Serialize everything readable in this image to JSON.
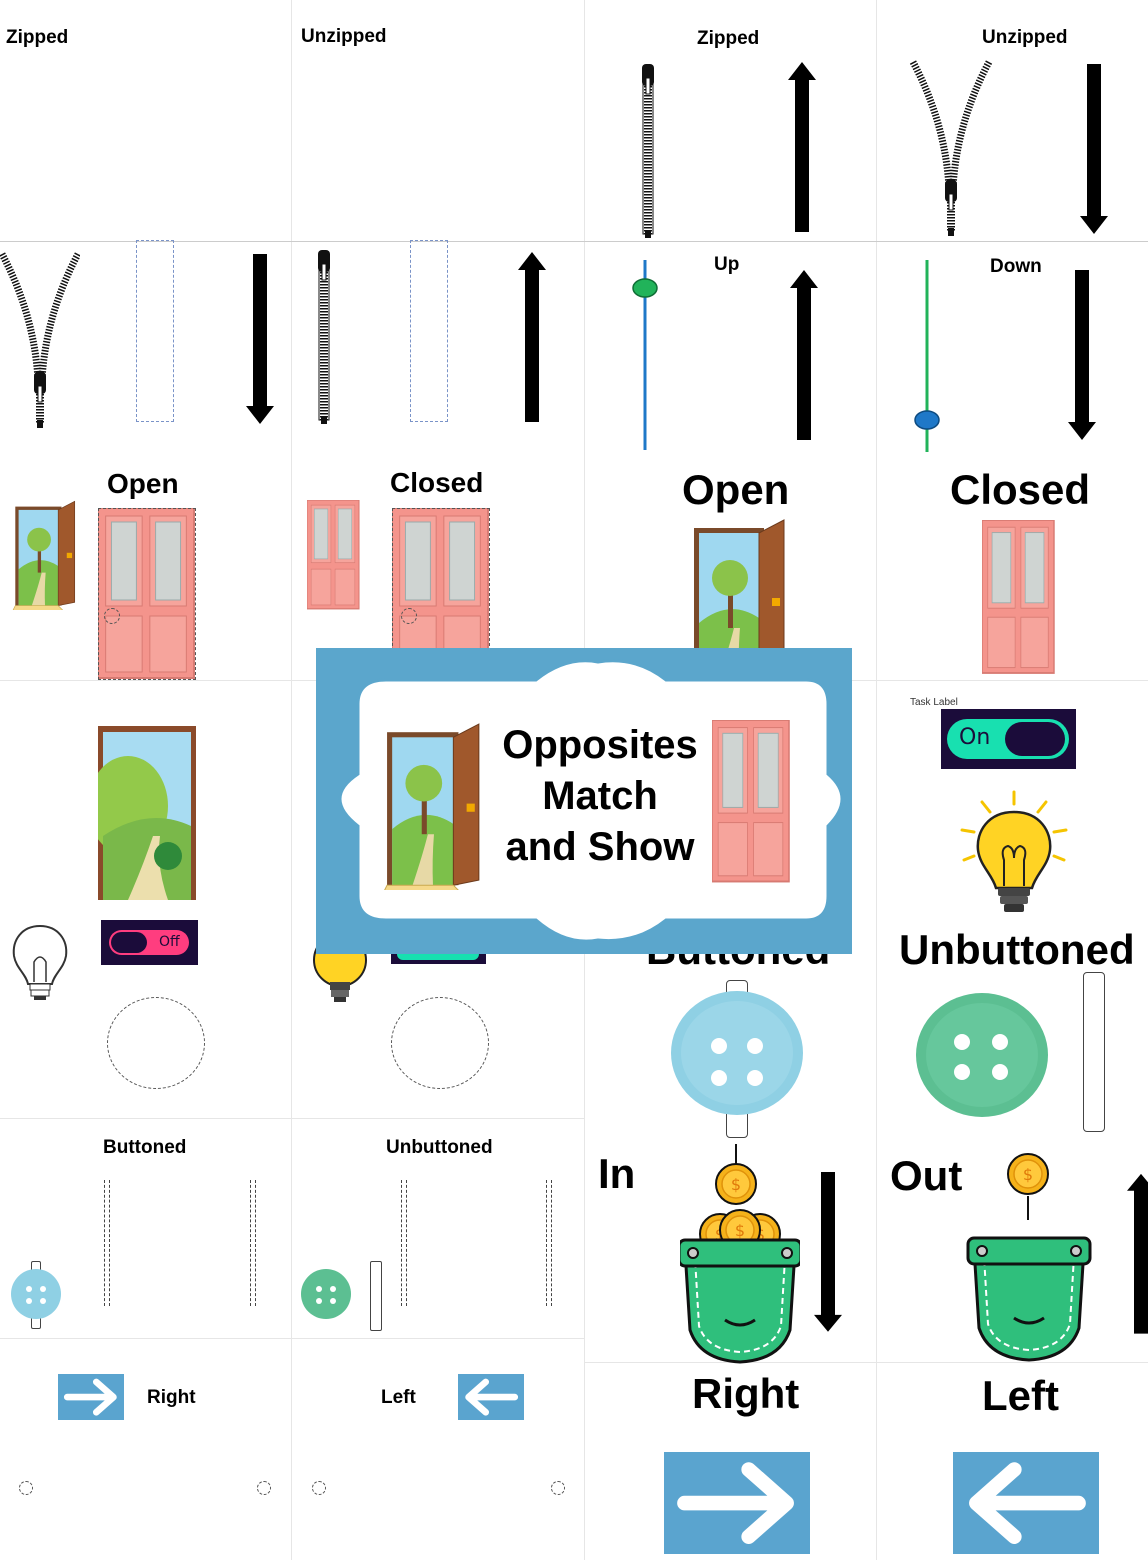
{
  "cells": {
    "r1c1_label": "Zipped",
    "r1c2_label": "Unzipped",
    "r1c3_label": "Zipped",
    "r1c4_label": "Unzipped",
    "r2c3_label": "Up",
    "r2c4_label": "Down",
    "r3c1_label": "Open",
    "r3c2_label": "Closed",
    "r3c3_label": "Open",
    "r3c4_label": "Closed",
    "r4c4_task_label": "Task Label",
    "r4c4_toggle_text": "On",
    "r4c1_toggle_text": "Off",
    "r5c3_label": "Buttoned",
    "r5c4_label": "Unbuttoned",
    "r6c1_label": "Buttoned",
    "r6c2_label": "Unbuttoned",
    "r6c3_label": "In",
    "r6c4_label": "Out",
    "r7c1_label": "Right",
    "r7c2_label": "Left",
    "r7c3_label": "Right",
    "r7c4_label": "Left"
  },
  "title_card": {
    "line1": "Opposites",
    "line2": "Match",
    "line3": "and Show"
  },
  "colors": {
    "door_pink": "#f4948c",
    "door_glass": "#cfd4d2",
    "card_blue": "#5ba6cc",
    "arrow_blue": "#5aa4cf",
    "toggle_dark": "#1b0c3a",
    "toggle_pink": "#ff3d7f",
    "toggle_teal": "#18e0b0",
    "button_blue": "#8fd0e4",
    "button_green": "#5cbf92",
    "pocket_green": "#2fbf7c",
    "coin_gold": "#f5b21a",
    "bulb_yellow": "#ffd324",
    "slider_blue": "#1f78c8",
    "slider_green": "#21b35a"
  }
}
